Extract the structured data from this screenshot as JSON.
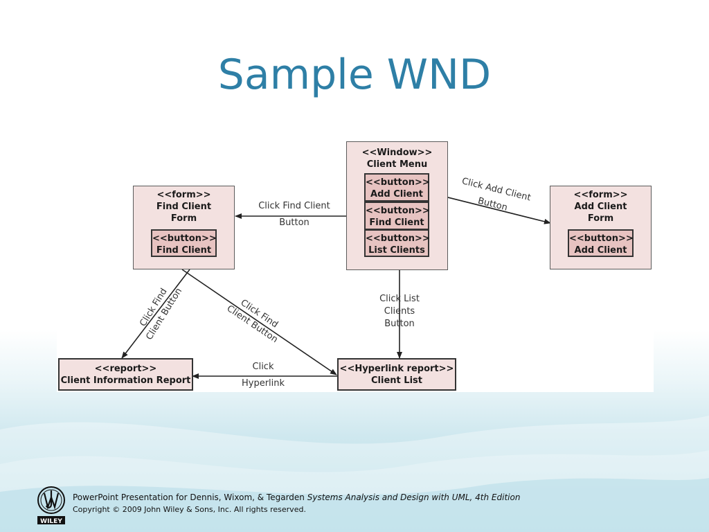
{
  "slide": {
    "title": "Sample WND"
  },
  "diagram": {
    "nodes": {
      "client_menu": {
        "stereotype": "<<Window>>",
        "name": "Client Menu"
      },
      "btn_add": {
        "stereotype": "<<button>>",
        "name": "Add Client"
      },
      "btn_find": {
        "stereotype": "<<button>>",
        "name": "Find Client"
      },
      "btn_list": {
        "stereotype": "<<button>>",
        "name": "List Clients"
      },
      "find_form": {
        "stereotype": "<<form>>",
        "name": "Find Client",
        "name2": "Form"
      },
      "find_form_btn": {
        "stereotype": "<<button>>",
        "name": "Find Client"
      },
      "add_form": {
        "stereotype": "<<form>>",
        "name": "Add Client",
        "name2": "Form"
      },
      "add_form_btn": {
        "stereotype": "<<button>>",
        "name": "Add Client"
      },
      "report": {
        "stereotype": "<<report>>",
        "name": "Client Information Report"
      },
      "hyper_report": {
        "stereotype": "<<Hyperlink report>>",
        "name": "Client List"
      }
    },
    "edges": {
      "find_client": {
        "line1": "Click Find Client",
        "line2": "Button"
      },
      "add_client": {
        "line1": "Click Add Client",
        "line2": "Button"
      },
      "list_clients": {
        "line1": "Click List",
        "line2": "Clients",
        "line3": "Button"
      },
      "find_to_report": {
        "line1": "Click Find",
        "line2": "Client Button"
      },
      "find_to_list": {
        "line1": "Click Find",
        "line2": "Client Button"
      },
      "hyperlink": {
        "line1": "Click",
        "line2": "Hyperlink"
      }
    }
  },
  "footer": {
    "line1_prefix": "PowerPoint Presentation for Dennis, Wixom, & Tegarden ",
    "line1_italic": "Systems Analysis and Design with UML, 4th Edition",
    "line2": "Copyright © 2009 John Wiley & Sons, Inc.  All rights reserved.",
    "logo_text": "WILEY"
  }
}
